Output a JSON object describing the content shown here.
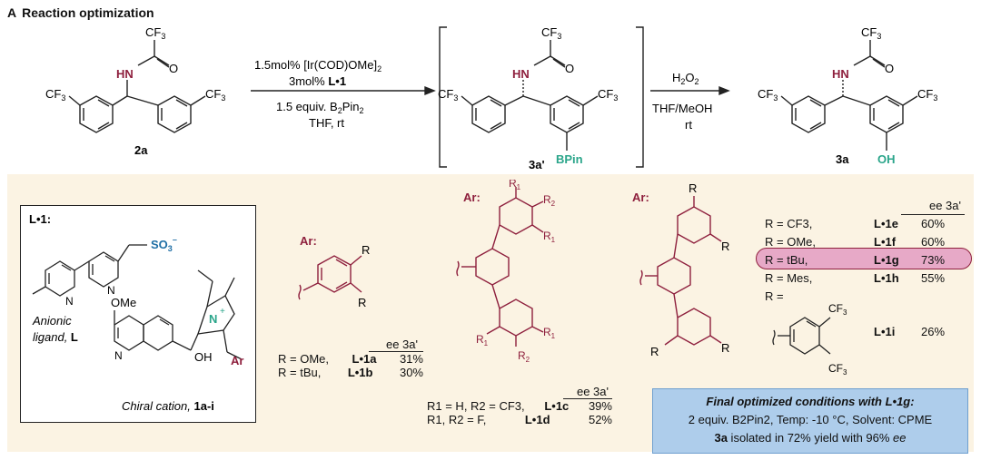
{
  "panel": {
    "letter": "A",
    "title": "Reaction optimization"
  },
  "scheme": {
    "sm_label": "2a",
    "sm_amide_group": "CF3",
    "sm_nh": "HN",
    "sm_o": "O",
    "step1_line1": "1.5mol% [Ir(COD)OMe]",
    "step1_line1_sub": "2",
    "step1_line2_pre": "3mol% ",
    "step1_line2_bold": "L•1",
    "step1_line3": "1.5 equiv. B",
    "step1_line3_sub": "2",
    "step1_line3_b": "Pin",
    "step1_line3_sub2": "2",
    "step1_line4": "THF, rt",
    "int_label": "3a'",
    "int_bpin": "BPin",
    "step2_line1": "H",
    "step2_line1_sub": "2",
    "step2_line1_b": "O",
    "step2_line1_sub2": "2",
    "step2_line2": "THF/MeOH",
    "step2_line3": "rt",
    "prod_label": "3a",
    "prod_oh": "OH",
    "cf3": "CF",
    "cf3_sub": "3"
  },
  "ligand_box": {
    "title": "L•1:",
    "so3": "SO",
    "so3_sub": "3",
    "so3_sup": "–",
    "anionic_1": "Anionic",
    "anionic_2": "ligand, ",
    "anionic_L": "L",
    "ome": "OMe",
    "n_label": "N",
    "n_plus": "+",
    "oh": "OH",
    "ar": "Ar",
    "chiral": "Chiral cation, ",
    "chiral_bold": "1a-i",
    "n_quin": "N",
    "n_pyr1": "N",
    "n_pyr2": "N"
  },
  "ar_labels": {
    "a": "Ar:",
    "b": "Ar:",
    "c": "Ar:"
  },
  "group_ab": {
    "r_label": "R",
    "header": "ee 3a'",
    "rows": [
      {
        "r": "R = OMe,",
        "lig": "L•1a",
        "ee": "31%"
      },
      {
        "r": "R = tBu,",
        "lig": "L•1b",
        "ee": "30%"
      }
    ]
  },
  "group_cd": {
    "r1": "R",
    "r1_sub": "1",
    "r2_sub": "2",
    "header": "ee 3a'",
    "rows": [
      {
        "r": "R1 = H, R2 = CF3,",
        "lig": "L•1c",
        "ee": "39%"
      },
      {
        "r": "R1, R2 = F,",
        "lig": "L•1d",
        "ee": "52%"
      }
    ]
  },
  "group_eh": {
    "header": "ee 3a'",
    "rows": [
      {
        "r": "R = CF3,",
        "lig": "L•1e",
        "ee": "60%"
      },
      {
        "r": "R = OMe,",
        "lig": "L•1f",
        "ee": "60%"
      },
      {
        "r": "R = tBu,",
        "lig": "L•1g",
        "ee": "73%"
      },
      {
        "r": "R = Mes,",
        "lig": "L•1h",
        "ee": "55%"
      },
      {
        "r": "R =",
        "lig": "",
        "ee": ""
      },
      {
        "r": "",
        "lig": "L•1i",
        "ee": "26%"
      }
    ]
  },
  "final": {
    "title": "Final optimized conditions with L•1g:",
    "line2": "2 equiv. B2Pin2, Temp: -10 °C, Solvent: CPME",
    "line3_pre": "3a",
    "line3_mid": " isolated in 72% yield with 96% ",
    "line3_ee": "ee"
  },
  "colors": {
    "maroon": "#8e1f3d",
    "teal": "#2aa58a",
    "blue": "#1f6fa5",
    "beige": "#fbf3e3",
    "box_blue": "#aecdeb"
  }
}
